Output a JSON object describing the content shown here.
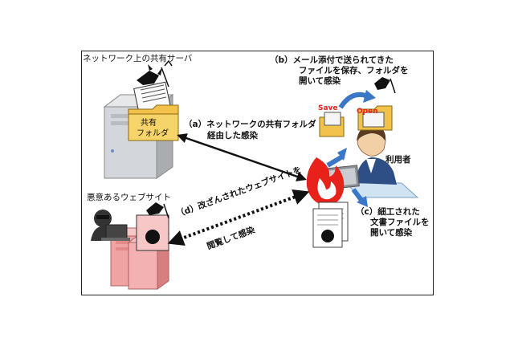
{
  "labels": {
    "shared_server": "ネットワーク上の共有サーバ",
    "shared_folder_1": "共有",
    "shared_folder_2": "フォルダ",
    "malicious_site": "悪意あるウェブサイト",
    "user": "利用者",
    "path_a_1": "（a）ネットワークの共有フォルダ",
    "path_a_2": "経由した感染",
    "path_b_1": "（b）メール添付で送られてきた",
    "path_b_2": "ファイルを保存、フォルダを",
    "path_b_3": "開いて感染",
    "path_c_1": "（c）細工された",
    "path_c_2": "文書ファイルを",
    "path_c_3": "開いて感染",
    "path_d_1": "（d）改ざんされたウェブサイトを",
    "path_d_2": "閲覧して感染",
    "save": "Save",
    "open": "Open"
  },
  "colors": {
    "flame_red": "#e8221b",
    "folder_yellow": "#f2c24a",
    "server_gray": "#cfd2d6",
    "malicious_pink": "#f0a3a3",
    "arrow_blue": "#3a78c7",
    "arrow_black": "#111111"
  }
}
